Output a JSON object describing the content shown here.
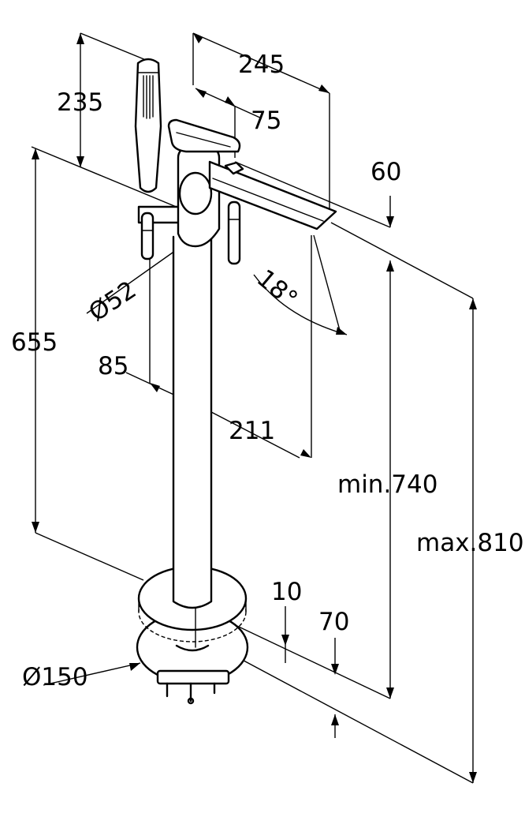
{
  "dimensions": {
    "hand_shower_height": "235",
    "spout_reach": "245",
    "lever_offset": "75",
    "spout_height": "60",
    "column_diameter": "Ø52",
    "spout_angle": "18°",
    "total_height": "655",
    "hose_offset": "85",
    "spout_projection": "211",
    "min_height": "min.740",
    "max_height": "max.810",
    "floor_gap": "10",
    "floor_distance": "70",
    "base_diameter": "Ø150"
  }
}
